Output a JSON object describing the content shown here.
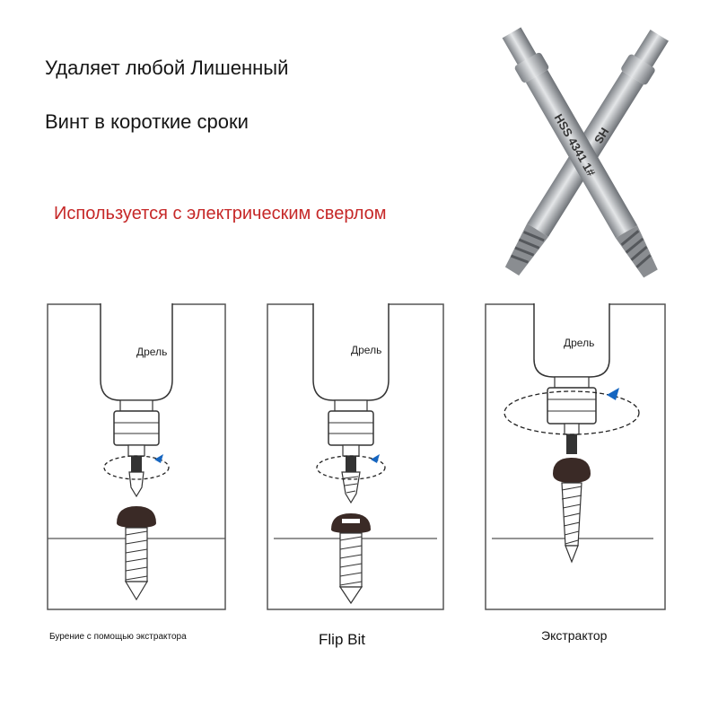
{
  "headline": {
    "line1": "Удаляет любой Лишенный",
    "line2": "Винт в короткие сроки"
  },
  "usage_note": "Используется с электрическим сверлом",
  "product_photo": {
    "bit_marking": "HSS 4341 1#",
    "bit_marking_partial": "HS"
  },
  "panels": [
    {
      "drill_label": "Дрель",
      "caption": "Бурение с помощью экстрактора"
    },
    {
      "drill_label": "Дрель",
      "caption": "Flip Bit"
    },
    {
      "drill_label": "Дрель",
      "caption": "Экстрактор"
    }
  ],
  "colors": {
    "usage_note": "#c62828",
    "rotation_arrow": "#1565c0",
    "screw_head": "#3a2a26"
  }
}
